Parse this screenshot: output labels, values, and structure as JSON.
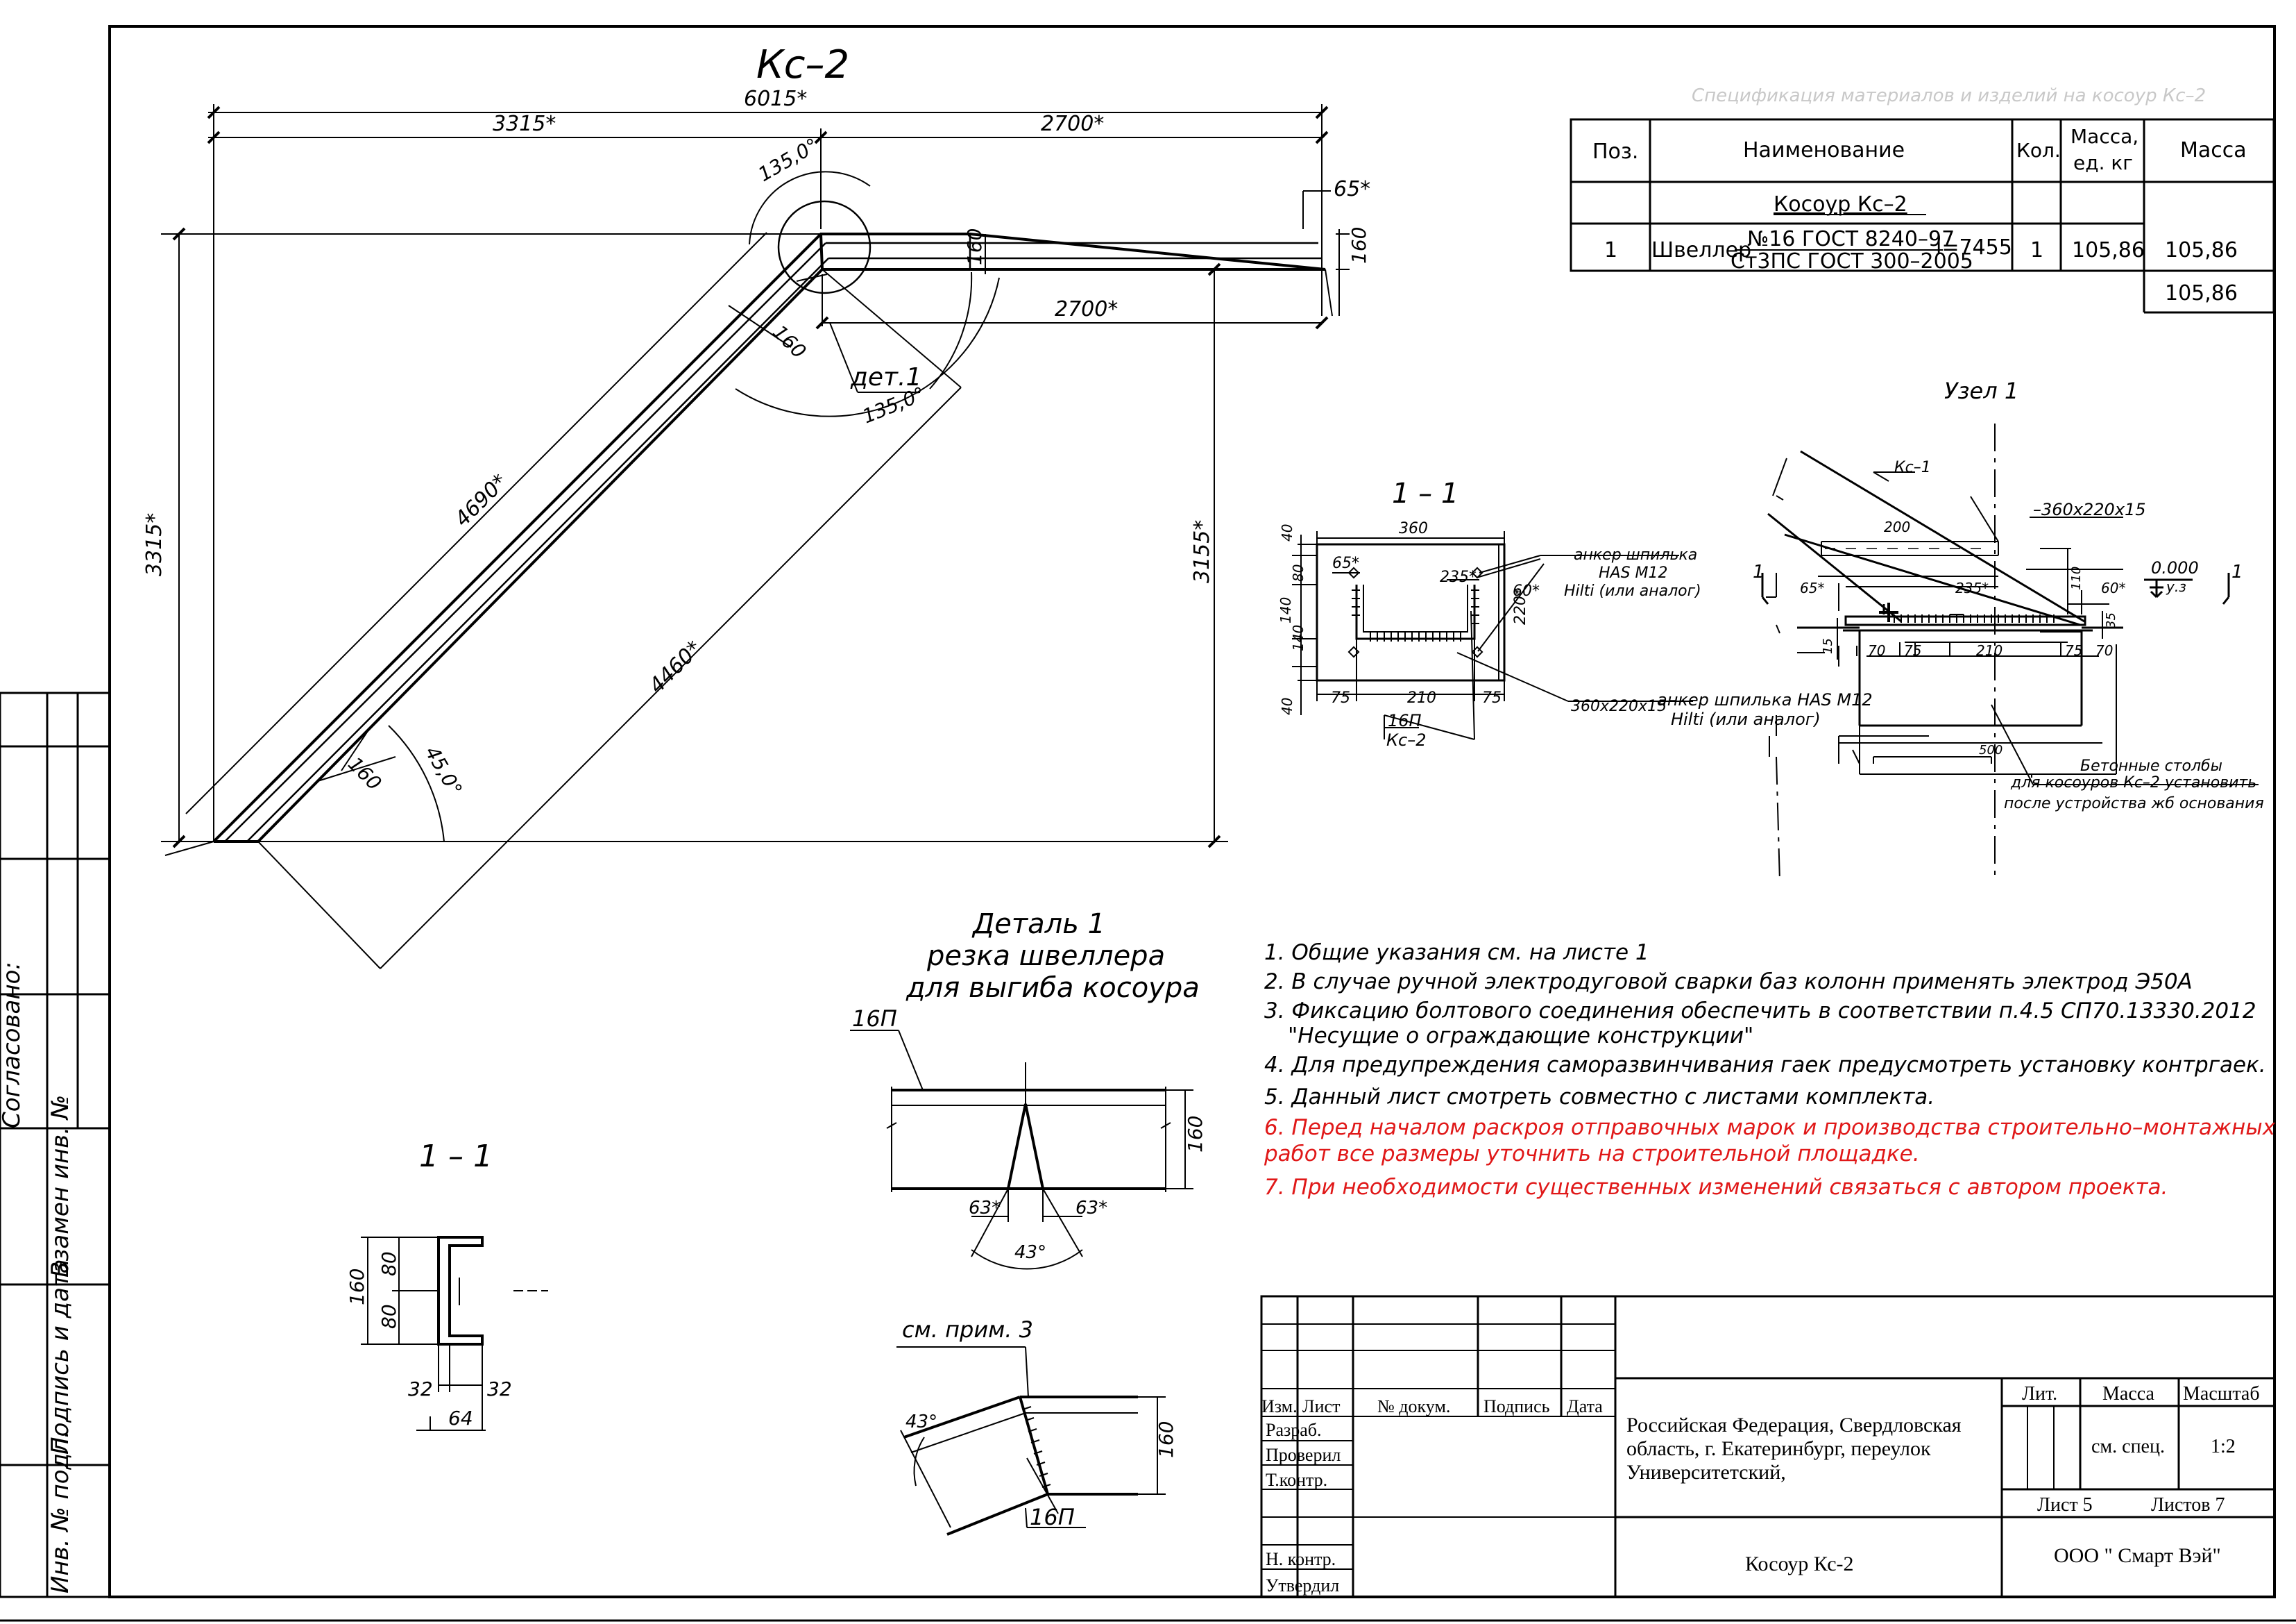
{
  "drawing": {
    "main_title": "Кс–2",
    "main_dims": {
      "total": "6015*",
      "left": "3315*",
      "right": "2700*",
      "right_lower": "2700*",
      "end": "65*",
      "end_h": "160",
      "h160": "160",
      "vertical": "3315*",
      "vertical_right": "3155*",
      "diag_upper": "4690*",
      "diag_lower": "4460*",
      "w160_a": "160",
      "w160_b": "160",
      "angle_top": "135,0°",
      "angle_mid": "135,0°",
      "angle_low": "45,0°",
      "detail_ref": "дет.1"
    },
    "section_small": {
      "title": "1 – 1",
      "h": "160",
      "h80a": "80",
      "h80b": "80",
      "b32a": "32",
      "b32b": "32",
      "b64": "64"
    },
    "detail1": {
      "title1": "Деталь 1",
      "title2": "резка швеллера",
      "title3": "для выгиба косоура",
      "profile": "16П",
      "h": "160",
      "cut_l": "63*",
      "cut_r": "63*",
      "angle": "43°",
      "note_ref": "см. прим. 3",
      "angle2": "43°",
      "h2": "160",
      "profile2": "16П"
    },
    "section11": {
      "title": "1 – 1",
      "w360": "360",
      "d65": "65*",
      "d235": "235*",
      "d60": "60*",
      "d220": "220*",
      "v40a": "40",
      "v80": "80",
      "v140a": "140",
      "v140b": "140",
      "v40b": "40",
      "b75a": "75",
      "b210": "210",
      "b75b": "75",
      "anchor1": "анкер шпилька",
      "anchor2": "HAS M12",
      "anchor3": "Hilti (или аналог)",
      "plate": "360х220х15",
      "profile_a": "16П",
      "profile_b": "Кс–2"
    },
    "node1": {
      "title": "Узел 1",
      "ks": "Кс–1",
      "plate": "–360х220х15",
      "d200": "200",
      "d65": "65*",
      "d235": "235*",
      "d60": "60*",
      "d110": "110",
      "d35": "35",
      "d15": "15",
      "level": "0.000",
      "level_sub": "у.з",
      "b70a": "70",
      "b75a": "75",
      "b210": "210",
      "b75b": "75",
      "b70b": "70",
      "d500": "500",
      "cut1": "1",
      "cut2": "1",
      "anchor1": "анкер шпилька HAS M12",
      "anchor2": "Hilti (или аналог)",
      "note1": "Бетонные столбы",
      "note2": "для косоуров Кс–2 установить",
      "note3": "после устройства жб основания"
    },
    "notes": [
      {
        "text": "1.  Общие указания см. на листе 1",
        "red": false
      },
      {
        "text": "2.  В случае ручной электродуговой сварки баз колонн применять электрод Э50А",
        "red": false
      },
      {
        "text": "3.  Фиксацию болтового соединения обеспечить в соответствии п.4.5  СП70.13330.2012",
        "red": false
      },
      {
        "text": "\"Несущие о ограждающие конструкции\"",
        "red": false
      },
      {
        "text": "4.  Для предупреждения саморазвинчивания гаек предусмотреть установку контргаек.",
        "red": false
      },
      {
        "text": "5.  Данный лист смотреть совместно с листами комплекта.",
        "red": false
      },
      {
        "text": "6.  Перед началом раскроя отправочных марок и производства строительно–монтажных",
        "red": true
      },
      {
        "text": "работ все размеры уточнить на строительной площадке.",
        "red": true
      },
      {
        "text": "7.  При необходимости существенных изменений связаться с автором проекта.",
        "red": true
      }
    ]
  },
  "spec": {
    "caption": "Спецификация материалов и изделий на косоур Кс–2",
    "headers": {
      "pos": "Поз.",
      "name": "Наименование",
      "qty": "Кол.",
      "mass_unit_1": "Масса,",
      "mass_unit_2": "ед. кг",
      "mass": "Масса"
    },
    "group": "Косоур Кс–2",
    "row": {
      "pos": "1",
      "type": "Швеллер",
      "name1": "№16  ГОСТ 8240–97",
      "name2": "Ст3ПС ГОСТ 300–2005",
      "length": "l=7455",
      "qty": "1",
      "unit_mass": "105,86",
      "mass": "105,86"
    },
    "total": "105,86"
  },
  "side_stamp": {
    "agreed": "Согласовано:",
    "col1": "Взамен инв. №",
    "col2": "Подпись и дата",
    "col3": "Инв. № подл."
  },
  "title_block": {
    "izm": "Изм.",
    "list": "Лист",
    "doc": "№ докум.",
    "sign": "Подпись",
    "date": "Дата",
    "razrab": "Разраб.",
    "proveril": "Проверил",
    "tkontr": "Т.контр.",
    "nkontr": "Н. контр.",
    "utverdil": "Утвердил",
    "location1": "Российская Федерация, Свердловская",
    "location2": "область, г. Екатеринбург, переулок",
    "location3": "Университетский,",
    "object": "Косоур Кс-2",
    "lit": "Лит.",
    "massa": "Масса",
    "masshtab": "Масштаб",
    "massa_val": "см. спец.",
    "scale_val": "1:2",
    "sheet": "Лист 5",
    "sheets": "Листов 7",
    "company": "ООО \" Смарт Вэй\""
  }
}
